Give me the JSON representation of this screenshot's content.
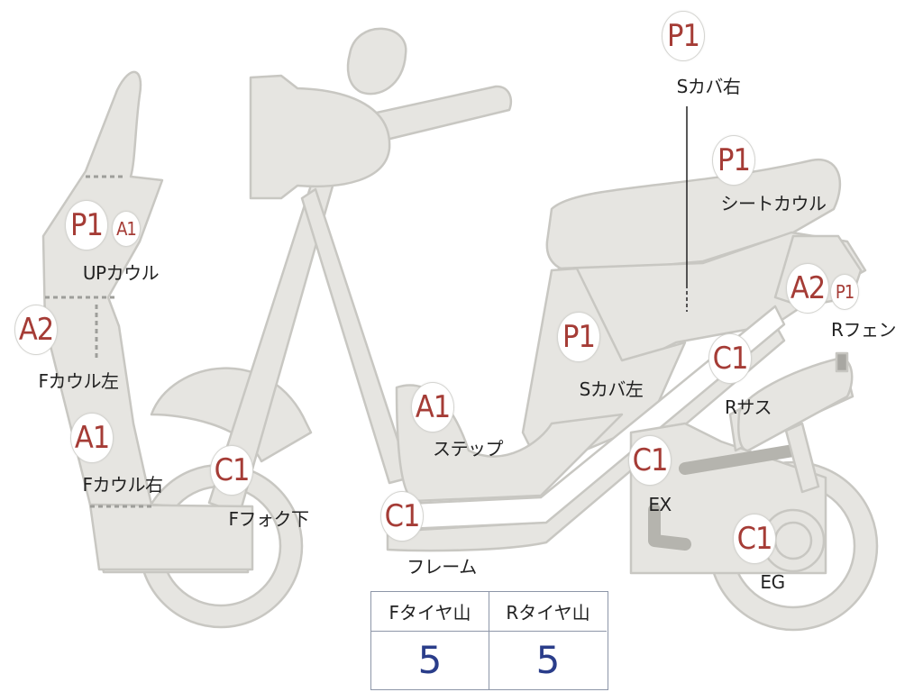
{
  "parts": [
    {
      "id": "s-cover-right",
      "label": "Sカバ右",
      "grades": [
        "P1"
      ]
    },
    {
      "id": "seat-cowl",
      "label": "シートカウル",
      "grades": [
        "P1"
      ]
    },
    {
      "id": "up-cowl",
      "label": "UPカウル",
      "grades": [
        "P1",
        "A1"
      ]
    },
    {
      "id": "r-fender",
      "label": "Rフェン",
      "grades": [
        "A2",
        "P1"
      ]
    },
    {
      "id": "f-cowl-left",
      "label": "Fカウル左",
      "grades": [
        "A2"
      ]
    },
    {
      "id": "s-cover-left",
      "label": "Sカバ左",
      "grades": [
        "P1"
      ]
    },
    {
      "id": "r-suspension",
      "label": "Rサス",
      "grades": [
        "C1"
      ]
    },
    {
      "id": "step",
      "label": "ステップ",
      "grades": [
        "A1"
      ]
    },
    {
      "id": "f-cowl-right",
      "label": "Fカウル右",
      "grades": [
        "A1"
      ]
    },
    {
      "id": "exhaust",
      "label": "EX",
      "grades": [
        "C1"
      ]
    },
    {
      "id": "f-fork-lower",
      "label": "Fフォク下",
      "grades": [
        "C1"
      ]
    },
    {
      "id": "frame",
      "label": "フレーム",
      "grades": [
        "C1"
      ]
    },
    {
      "id": "engine",
      "label": "EG",
      "grades": [
        "C1"
      ]
    }
  ],
  "tread_table": {
    "front_label": "Fタイヤ山",
    "front_value": "5",
    "rear_label": "Rタイヤ山",
    "rear_value": "5"
  },
  "colors": {
    "body_fill": "#e6e5e1",
    "outline": "#c8c7c2",
    "grade_text": "#a53c36",
    "value_text": "#2a3d8a"
  }
}
